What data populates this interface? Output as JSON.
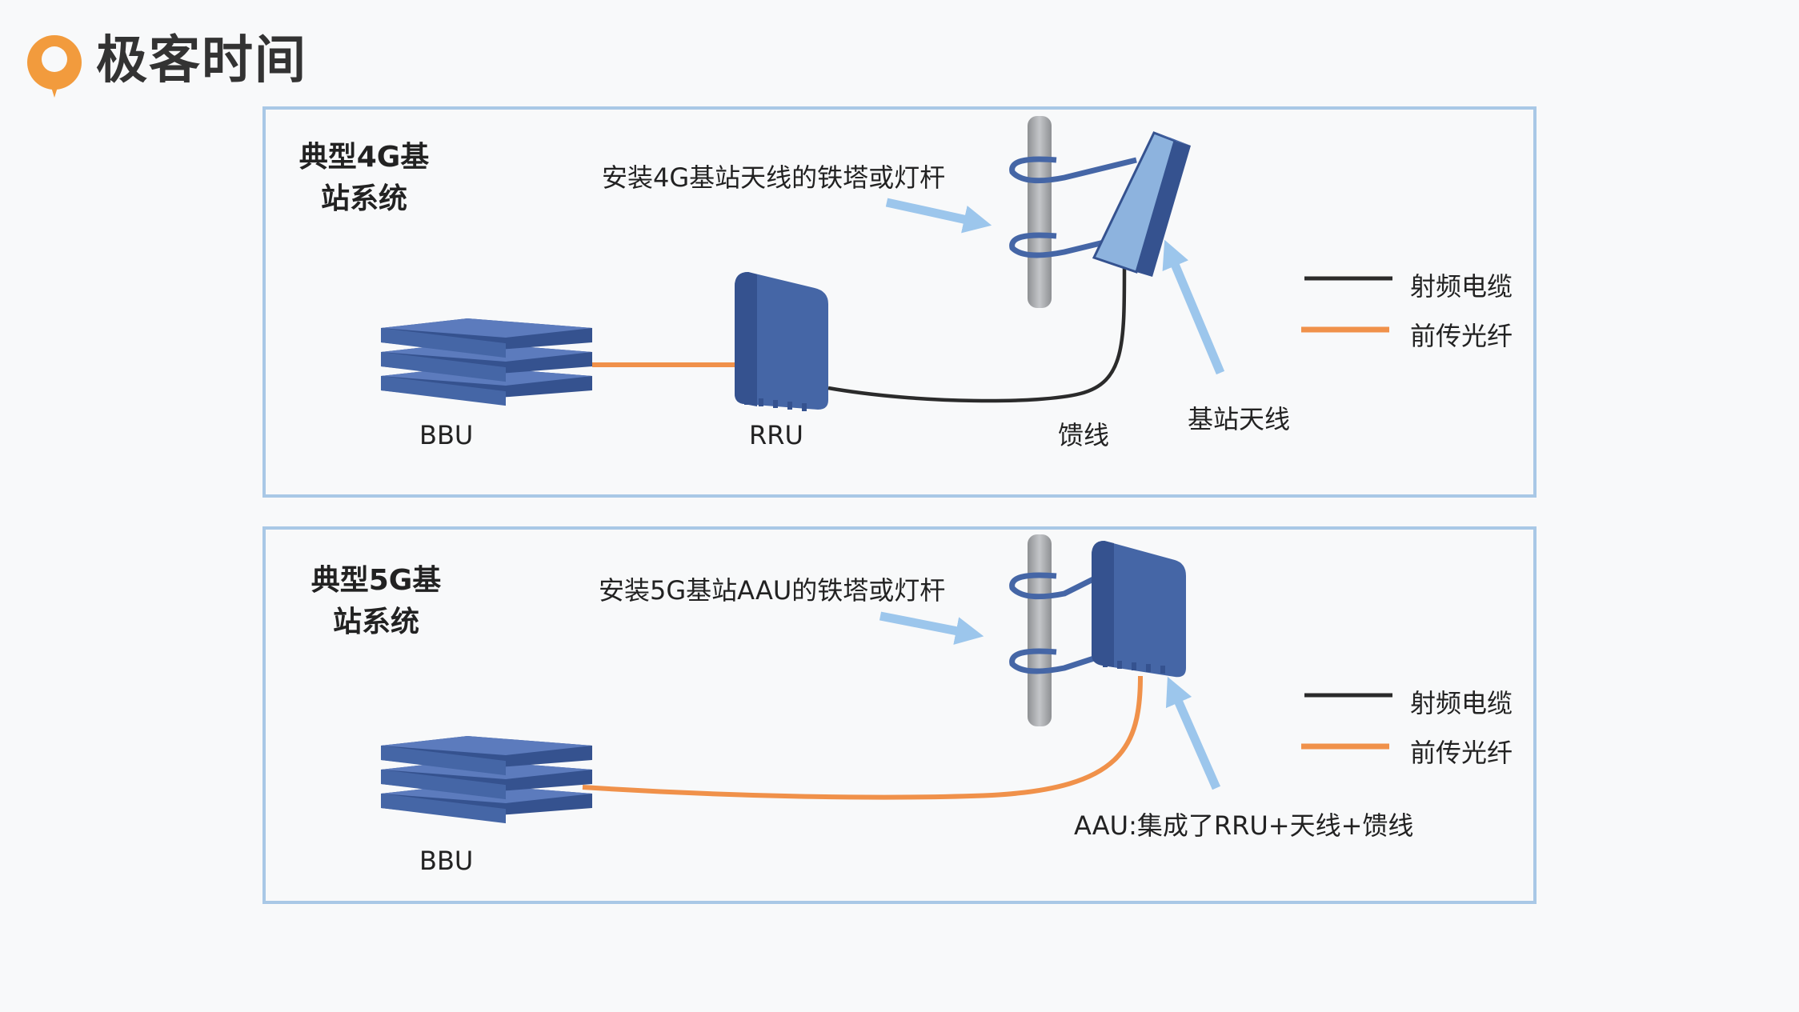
{
  "brand": {
    "name": "极客时间"
  },
  "colors": {
    "panel_border": "#a9c8e6",
    "device_blue": "#4566a6",
    "pole_gray": "#a8aaad",
    "arrow_blue": "#9cc6ec",
    "rf_cable": "#2b2b2b",
    "fronthaul_fiber": "#f0914a"
  },
  "panel_4g": {
    "title_line1": "典型4G基",
    "title_line2": "站系统",
    "tower_label": "安装4G基站天线的铁塔或灯杆",
    "bbu_label": "BBU",
    "rru_label": "RRU",
    "feeder_label": "馈线",
    "antenna_label": "基站天线",
    "legend": [
      {
        "label": "射频电缆",
        "color": "#2b2b2b"
      },
      {
        "label": "前传光纤",
        "color": "#f0914a"
      }
    ]
  },
  "panel_5g": {
    "title_line1": "典型5G基",
    "title_line2": "站系统",
    "tower_label": "安装5G基站AAU的铁塔或灯杆",
    "bbu_label": "BBU",
    "aau_label": "AAU:集成了RRU+天线+馈线",
    "legend": [
      {
        "label": "射频电缆",
        "color": "#2b2b2b"
      },
      {
        "label": "前传光纤",
        "color": "#f0914a"
      }
    ]
  }
}
